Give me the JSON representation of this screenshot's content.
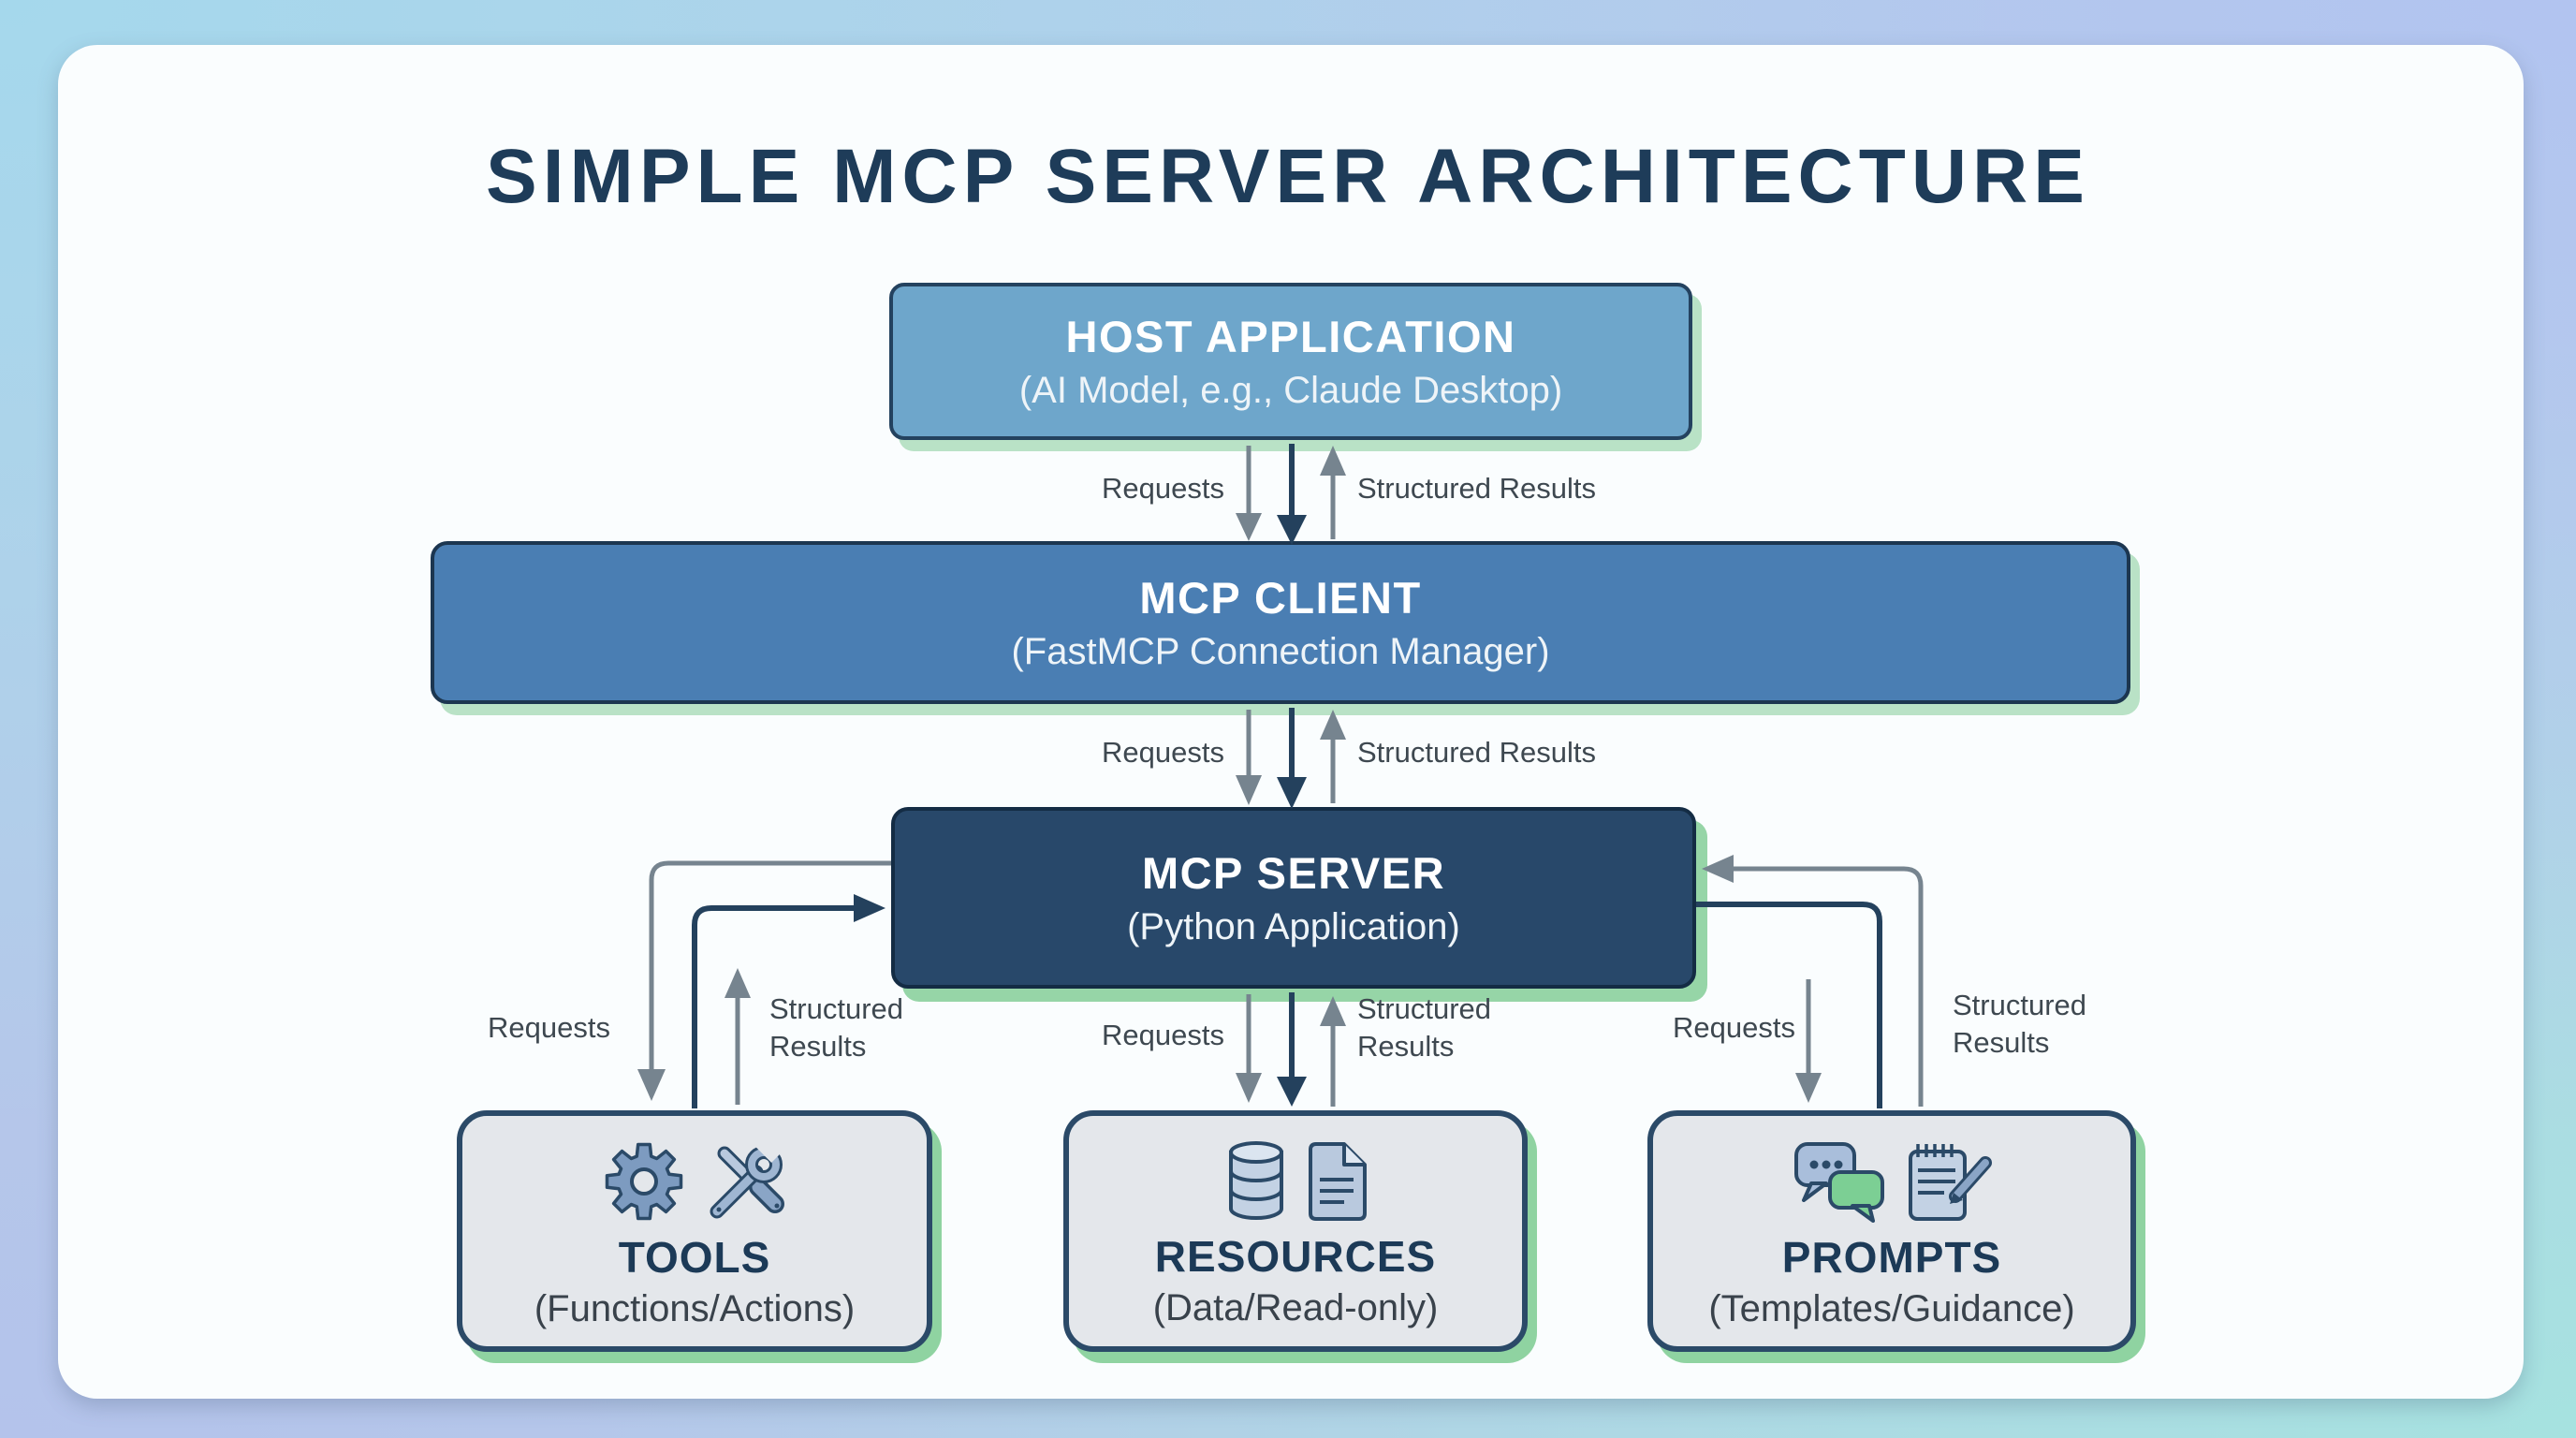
{
  "title": "SIMPLE MCP SERVER ARCHITECTURE",
  "nodes": {
    "host": {
      "title": "HOST APPLICATION",
      "subtitle": "(AI Model, e.g., Claude Desktop)"
    },
    "client": {
      "title": "MCP CLIENT",
      "subtitle": "(FastMCP Connection Manager)"
    },
    "server": {
      "title": "MCP SERVER",
      "subtitle": "(Python Application)"
    },
    "tools": {
      "title": "TOOLS",
      "subtitle": "(Functions/Actions)",
      "icons": [
        "gear-icon",
        "screwdriver-wrench-icon"
      ]
    },
    "resources": {
      "title": "RESOURCES",
      "subtitle": "(Data/Read-only)",
      "icons": [
        "database-icon",
        "document-icon"
      ]
    },
    "prompts": {
      "title": "PROMPTS",
      "subtitle": "(Templates/Guidance)",
      "icons": [
        "chat-bubbles-icon",
        "notepad-pencil-icon"
      ]
    }
  },
  "edge_labels": {
    "requests": "Requests",
    "structured_results": "Structured Results"
  },
  "edges": [
    {
      "from": "host",
      "to": "client",
      "down_label": "Requests",
      "up_label": "Structured Results"
    },
    {
      "from": "client",
      "to": "server",
      "down_label": "Requests",
      "up_label": "Structured Results"
    },
    {
      "from": "server",
      "to": "tools",
      "down_label": "Requests",
      "up_label": "Structured Results"
    },
    {
      "from": "server",
      "to": "resources",
      "down_label": "Requests",
      "up_label": "Structured Results"
    },
    {
      "from": "server",
      "to": "prompts",
      "down_label": "Requests",
      "up_label": "Structured Results"
    }
  ],
  "colors": {
    "background_top_left": "#a5d8ec",
    "background_top_right": "#b2c4f0",
    "background_bottom_right": "#a6e2e0",
    "background_bottom_left": "#b4c3eb",
    "card": "#fafdfe",
    "title_text": "#1e3c59",
    "host_fill": "#6ea6cb",
    "client_fill": "#4a7eb3",
    "server_fill": "#28486a",
    "leaf_fill": "#e4e7eb",
    "box_border": "#2b4a68",
    "shadow_green": "#8fd3a1",
    "arrow_gray": "#76848f",
    "arrow_navy": "#24415d",
    "label_text": "#3e4850",
    "icon_green": "#7ccf94",
    "icon_blue": "#8aa5c6"
  }
}
